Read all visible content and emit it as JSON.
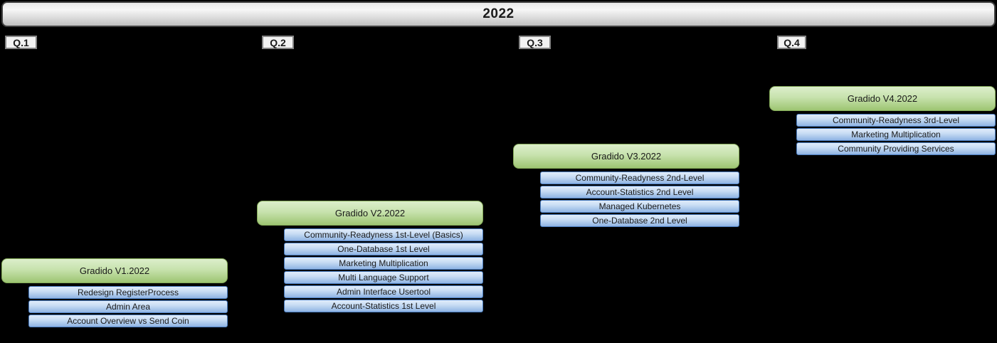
{
  "title": "2022",
  "quarters": [
    {
      "label": "Q.1",
      "version": "Gradido V1.2022",
      "items": [
        "Redesign RegisterProcess",
        "Admin Area",
        "Account Overview vs Send Coin"
      ]
    },
    {
      "label": "Q.2",
      "version": "Gradido V2.2022",
      "items": [
        "Community-Readyness 1st-Level (Basics)",
        "One-Database 1st Level",
        "Marketing Multiplication",
        "Multi Language Support",
        "Admin Interface Usertool",
        "Account-Statistics 1st Level"
      ]
    },
    {
      "label": "Q.3",
      "version": "Gradido V3.2022",
      "items": [
        "Community-Readyness 2nd-Level",
        "Account-Statistics 2nd Level",
        "Managed Kubernetes",
        "One-Database 2nd Level"
      ]
    },
    {
      "label": "Q.4",
      "version": "Gradido V4.2022",
      "items": [
        "Community-Readyness 3rd-Level",
        "Marketing Multiplication",
        "Community Providing Services"
      ]
    }
  ],
  "colors": {
    "background": "#000000",
    "text": "#1a1a1a",
    "year_bar_fill_top": "#e8e8e8",
    "year_bar_fill_bottom": "#bfbfbf",
    "year_bar_border": "#3f3f3f",
    "quarter_label_bg": "#f2f2f2",
    "quarter_label_border": "#858585",
    "version_fill_top": "#dceecb",
    "version_fill_bottom": "#9dc572",
    "version_border": "#84aa58",
    "item_fill_top": "#e0ecfa",
    "item_fill_bottom": "#8fb4e3",
    "item_border": "#4a7cbf"
  }
}
